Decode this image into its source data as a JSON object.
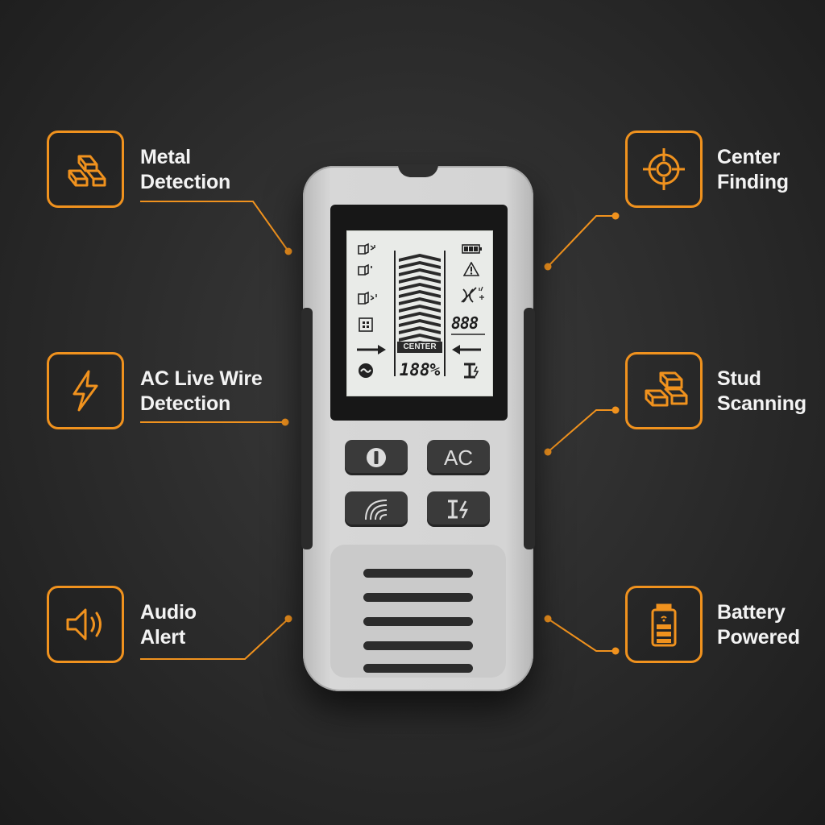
{
  "colors": {
    "accent": "#f0921e",
    "background": "#2a2a2a",
    "device_body": "#d4d4d4",
    "lcd": "#e9ebe8"
  },
  "features": {
    "metal_detection": {
      "line1": "Metal",
      "line2": "Detection",
      "icon": "metal-bars-icon"
    },
    "ac_live_wire": {
      "line1": "AC Live Wire",
      "line2": "Detection",
      "icon": "lightning-bolt-icon"
    },
    "audio_alert": {
      "line1": "Audio",
      "line2": "Alert",
      "icon": "speaker-icon"
    },
    "center_finding": {
      "line1": "Center",
      "line2": "Finding",
      "icon": "crosshair-icon"
    },
    "stud_scanning": {
      "line1": "Stud",
      "line2": "Scanning",
      "icon": "wood-studs-icon"
    },
    "battery_powered": {
      "line1": "Battery",
      "line2": "Powered",
      "icon": "battery-icon"
    }
  },
  "device": {
    "lcd": {
      "center_label": "CENTER",
      "percent_readout": "188%",
      "digit_readout": "888"
    },
    "buttons": {
      "power": {
        "icon": "power-icon"
      },
      "ac": {
        "label": "AC"
      },
      "scan": {
        "icon": "scan-waves-icon"
      },
      "mode": {
        "icon": "stud-ac-mode-icon"
      }
    }
  }
}
